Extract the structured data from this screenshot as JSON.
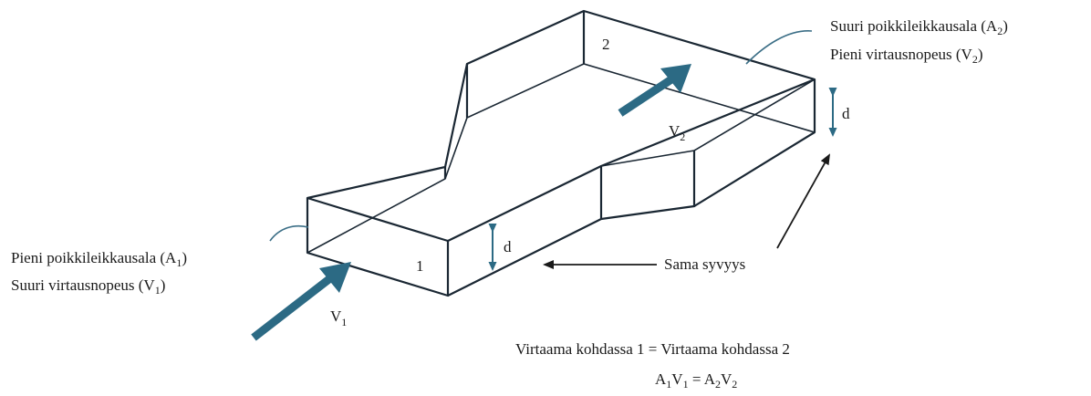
{
  "labels": {
    "section1_number": "1",
    "section2_number": "2",
    "depth_symbol": "d",
    "label_A1_line1_prefix": "Pieni poikkileikkausala (A",
    "label_A1_line1_sub": "1",
    "label_A1_line1_suffix": ")",
    "label_A1_line2_prefix": "Suuri virtausnopeus (V",
    "label_A1_line2_sub": "1",
    "label_A1_line2_suffix": ")",
    "label_A2_line1_prefix": "Suuri poikkileikkausala (A",
    "label_A2_line1_sub": "2",
    "label_A2_line1_suffix": ")",
    "label_A2_line2_prefix": "Pieni virtausnopeus (V",
    "label_A2_line2_sub": "2",
    "label_A2_line2_suffix": ")",
    "v1_main": "V",
    "v1_sub": "1",
    "v2_main": "V",
    "v2_sub": "2",
    "same_depth": "Sama syvyys",
    "equation_text": "Virtaama kohdassa 1 = Virtaama kohdassa 2",
    "formula_A1": "A",
    "formula_A1_sub": "1",
    "formula_V1": "V",
    "formula_V1_sub": "1",
    "formula_eq": " = ",
    "formula_A2": "A",
    "formula_A2_sub": "2",
    "formula_V2": "V",
    "formula_V2_sub": "2"
  },
  "colors": {
    "outline": "#1a2733",
    "accent": "#2c6a84"
  }
}
